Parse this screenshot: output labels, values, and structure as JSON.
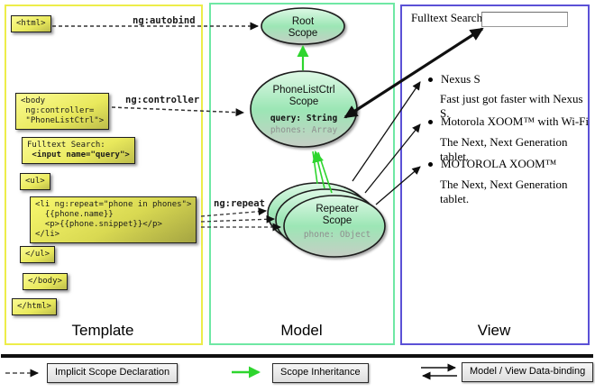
{
  "colors": {
    "template_border": "#EDED4A",
    "model_border": "#6FE8A4",
    "view_border": "#5B51D6",
    "green_arrow": "#2ED52E"
  },
  "edge_labels": {
    "autobind": "ng:autobind",
    "controller": "ng:controller",
    "repeat": "ng:repeat"
  },
  "template": {
    "label": "Template",
    "html_open": "<html>",
    "body_open": {
      "line1": "<body",
      "line2": " ng:controller=",
      "line3": " \"PhoneListCtrl\">"
    },
    "fulltext": {
      "line1": "Fulltext Search:",
      "line2": " <input name=\"query\">"
    },
    "ul_open": "<ul>",
    "li": {
      "line1": "<li ng:repeat=\"phone in phones\">",
      "line2": "  {{phone.name}}",
      "line3": "  <p>{{phone.snippet}}</p>",
      "line4": "</li>"
    },
    "ul_close": "</ul>",
    "body_close": "</body>",
    "html_close": "</html>"
  },
  "model": {
    "label": "Model",
    "root_scope": {
      "line1": "Root",
      "line2": "Scope"
    },
    "phonelist_scope": {
      "line1": "PhoneListCtrl",
      "line2": "Scope",
      "prop1": "query: String",
      "prop2": "phones: Array"
    },
    "repeater_scope": {
      "line1": "Repeater",
      "line2": "Scope",
      "prop1": "phone: Object"
    }
  },
  "view": {
    "label": "View",
    "search_label": "Fulltext Search:",
    "search_value": "",
    "items": [
      {
        "title": "Nexus S",
        "desc": "Fast just got faster with Nexus S."
      },
      {
        "title": "Motorola XOOM™ with Wi-Fi",
        "desc": "The Next, Next Generation tablet."
      },
      {
        "title": "MOTOROLA XOOM™",
        "desc": "The Next, Next Generation tablet."
      }
    ]
  },
  "legend": {
    "implicit": "Implicit Scope Declaration",
    "inheritance": "Scope Inheritance",
    "databinding": "Model / View Data-binding"
  }
}
